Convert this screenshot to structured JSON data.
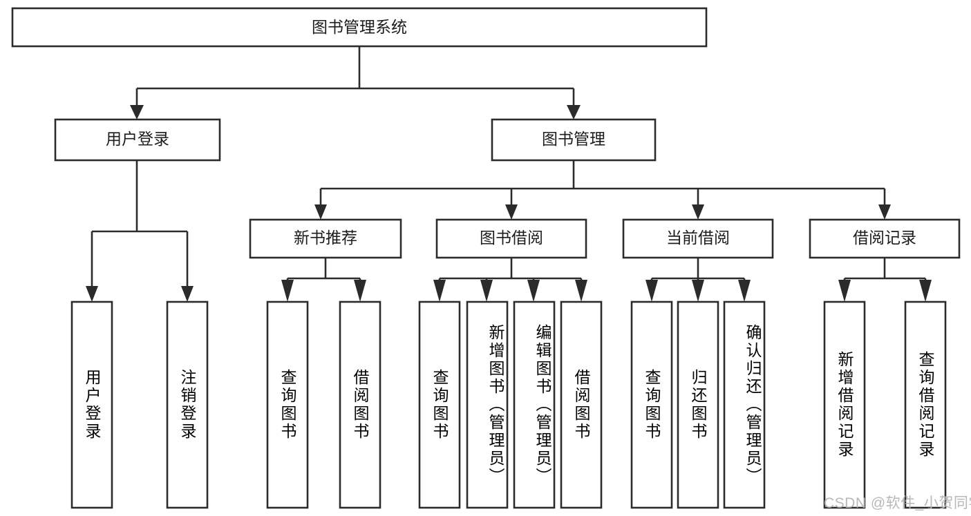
{
  "diagram": {
    "title": "图书管理系统",
    "type": "tree",
    "background_color": "#ffffff",
    "line_color": "#2b2b2b",
    "text_color": "#1c1c1c",
    "root": {
      "label": "图书管理系统"
    },
    "level2": [
      {
        "label": "用户登录"
      },
      {
        "label": "图书管理"
      }
    ],
    "level3": [
      {
        "label": "新书推荐"
      },
      {
        "label": "图书借阅"
      },
      {
        "label": "当前借阅"
      },
      {
        "label": "借阅记录"
      }
    ],
    "leaves_user_login": [
      {
        "label": "用户登录"
      },
      {
        "label": "注销登录"
      }
    ],
    "leaves_new_book": [
      {
        "label": "查询图书"
      },
      {
        "label": "借阅图书"
      }
    ],
    "leaves_borrow": [
      {
        "label": "查询图书"
      },
      {
        "label": "新增图书（管理员）"
      },
      {
        "label": "编辑图书（管理员）"
      },
      {
        "label": "借阅图书"
      }
    ],
    "leaves_current": [
      {
        "label": "查询图书"
      },
      {
        "label": "归还图书"
      },
      {
        "label": "确认归还（管理员）"
      }
    ],
    "leaves_records": [
      {
        "label": "新增借阅记录"
      },
      {
        "label": "查询借阅记录"
      }
    ]
  },
  "watermark": {
    "text": "CSDN @软件_小贺同学"
  }
}
